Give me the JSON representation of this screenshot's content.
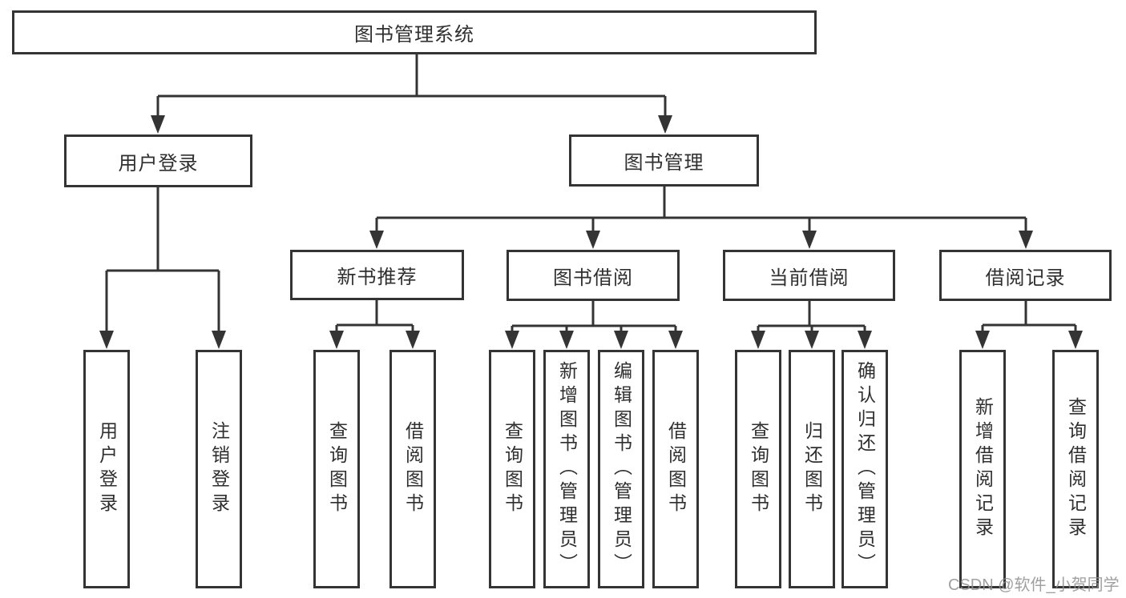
{
  "tree": {
    "root": {
      "label": "图书管理系统"
    },
    "branches": [
      {
        "label": "用户登录",
        "children": [
          {
            "label": "用户登录"
          },
          {
            "label": "注销登录"
          }
        ]
      },
      {
        "label": "图书管理",
        "sections": [
          {
            "label": "新书推荐",
            "children": [
              {
                "label": "查询图书"
              },
              {
                "label": "借阅图书"
              }
            ]
          },
          {
            "label": "图书借阅",
            "children": [
              {
                "label": "查询图书"
              },
              {
                "label": "新增图书（管理员）"
              },
              {
                "label": "编辑图书（管理员）"
              },
              {
                "label": "借阅图书"
              }
            ]
          },
          {
            "label": "当前借阅",
            "children": [
              {
                "label": "查询图书"
              },
              {
                "label": "归还图书"
              },
              {
                "label": "确认归还（管理员）"
              }
            ]
          },
          {
            "label": "借阅记录",
            "children": [
              {
                "label": "新增借阅记录"
              },
              {
                "label": "查询借阅记录"
              }
            ]
          }
        ]
      }
    ]
  },
  "watermark": "CSDN @软件_小贺同学",
  "colors": {
    "line": "#343434",
    "box_border": "#343434",
    "text": "#2f2f2f",
    "background": "#ffffff",
    "watermark": "#909090"
  }
}
